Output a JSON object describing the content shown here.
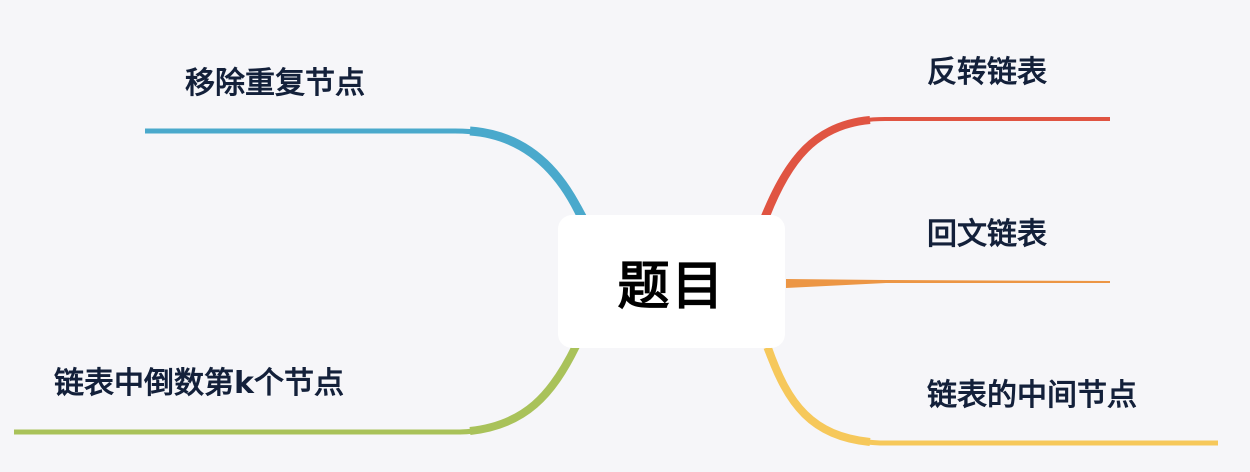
{
  "mindmap": {
    "root": {
      "label": "题目"
    },
    "left_topics": [
      {
        "label": "移除重复节点",
        "color": "#4aa9cc"
      },
      {
        "label": "链表中倒数第k个节点",
        "color": "#a9c25a"
      }
    ],
    "right_topics": [
      {
        "label": "反转链表",
        "color": "#e05442"
      },
      {
        "label": "回文链表",
        "color": "#ec9645"
      },
      {
        "label": "链表的中间节点",
        "color": "#f6c85b"
      }
    ]
  },
  "colors": {
    "background": "#f6f6f9",
    "root_fill": "#ffffff",
    "text": "#13203a"
  }
}
